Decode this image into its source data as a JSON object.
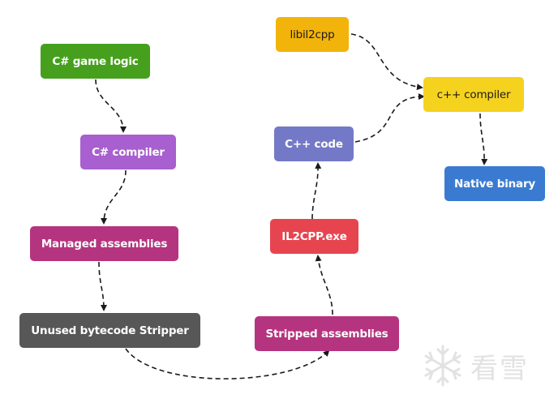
{
  "colors": {
    "green": "#46a01e",
    "purple": "#a85fcf",
    "magenta": "#b5347f",
    "dark_gray": "#575757",
    "red": "#e64550",
    "indigo": "#7479c7",
    "amber": "#f2b40a",
    "yellow": "#f5d21e",
    "blue": "#3a7bd1"
  },
  "nodes": {
    "csharp_game_logic": "C# game logic",
    "csharp_compiler": "C# compiler",
    "managed_assemblies": "Managed assemblies",
    "unused_bytecode_stripper": "Unused bytecode Stripper",
    "stripped_assemblies": "Stripped assemblies",
    "il2cpp_exe": "IL2CPP.exe",
    "cpp_code": "C++ code",
    "libil2cpp": "libil2cpp",
    "cpp_compiler": "c++ compiler",
    "native_binary": "Native binary"
  },
  "edges": [
    [
      "csharp_game_logic",
      "csharp_compiler"
    ],
    [
      "csharp_compiler",
      "managed_assemblies"
    ],
    [
      "managed_assemblies",
      "unused_bytecode_stripper"
    ],
    [
      "unused_bytecode_stripper",
      "stripped_assemblies"
    ],
    [
      "stripped_assemblies",
      "il2cpp_exe"
    ],
    [
      "il2cpp_exe",
      "cpp_code"
    ],
    [
      "cpp_code",
      "cpp_compiler"
    ],
    [
      "libil2cpp",
      "cpp_compiler"
    ],
    [
      "cpp_compiler",
      "native_binary"
    ]
  ],
  "watermark": {
    "icon": "snowflake-icon",
    "text": "看雪"
  }
}
